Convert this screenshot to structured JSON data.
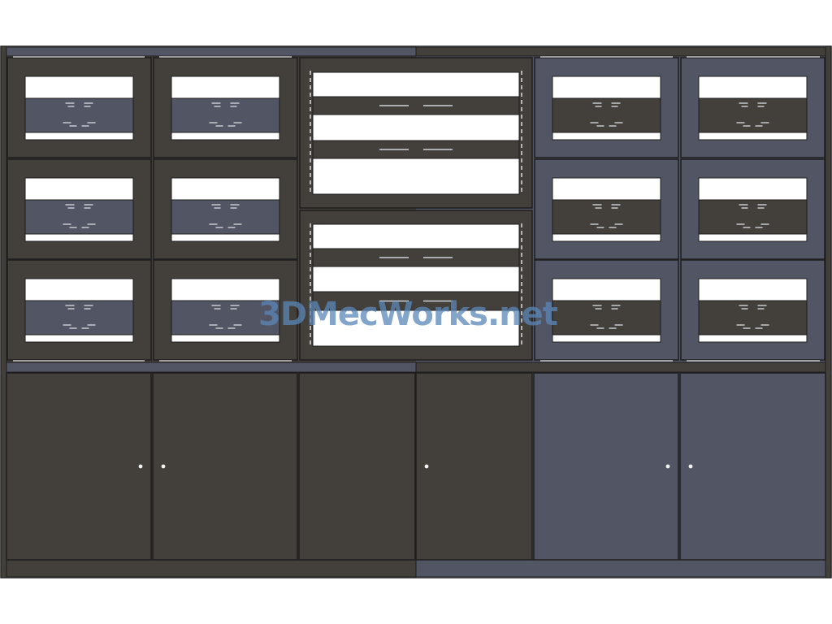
{
  "watermark": {
    "text": "3DMecWorks.net"
  },
  "colors": {
    "background": "#ffffff",
    "dark_finish": "#433f3b",
    "blue_finish": "#525563",
    "outline": "#1e1e1e",
    "line": "#16181c",
    "glass": "#ffffff",
    "watermark": "#5a87b8"
  },
  "cabinet": {
    "left_wing": {
      "finish": "dark",
      "accent_strip": "blue"
    },
    "center_column": {
      "finish": "dark",
      "shelf_units": 2
    },
    "right_wing": {
      "finish": "blue",
      "accent_strip": "dark"
    },
    "upper_boxes": [
      {
        "id": "L-1-1",
        "body": "dark",
        "band": "blue"
      },
      {
        "id": "L-1-2",
        "body": "dark",
        "band": "blue"
      },
      {
        "id": "L-2-1",
        "body": "dark",
        "band": "blue"
      },
      {
        "id": "L-2-2",
        "body": "dark",
        "band": "blue"
      },
      {
        "id": "L-3-1",
        "body": "dark",
        "band": "blue"
      },
      {
        "id": "L-3-2",
        "body": "dark",
        "band": "blue"
      },
      {
        "id": "R-1-1",
        "body": "blue",
        "band": "dark"
      },
      {
        "id": "R-1-2",
        "body": "blue",
        "band": "dark"
      },
      {
        "id": "R-2-1",
        "body": "blue",
        "band": "dark"
      },
      {
        "id": "R-2-2",
        "body": "blue",
        "band": "dark"
      },
      {
        "id": "R-3-1",
        "body": "blue",
        "band": "dark"
      },
      {
        "id": "R-3-2",
        "body": "blue",
        "band": "dark"
      }
    ],
    "lower_doors": [
      {
        "id": "door-1",
        "finish": "dark",
        "knob": "right"
      },
      {
        "id": "door-2",
        "finish": "dark",
        "knob": "left"
      },
      {
        "id": "door-3",
        "finish": "dark",
        "knob": "none"
      },
      {
        "id": "door-4",
        "finish": "dark",
        "knob": "left"
      },
      {
        "id": "door-5",
        "finish": "blue",
        "knob": "right"
      },
      {
        "id": "door-6",
        "finish": "blue",
        "knob": "left"
      }
    ]
  }
}
